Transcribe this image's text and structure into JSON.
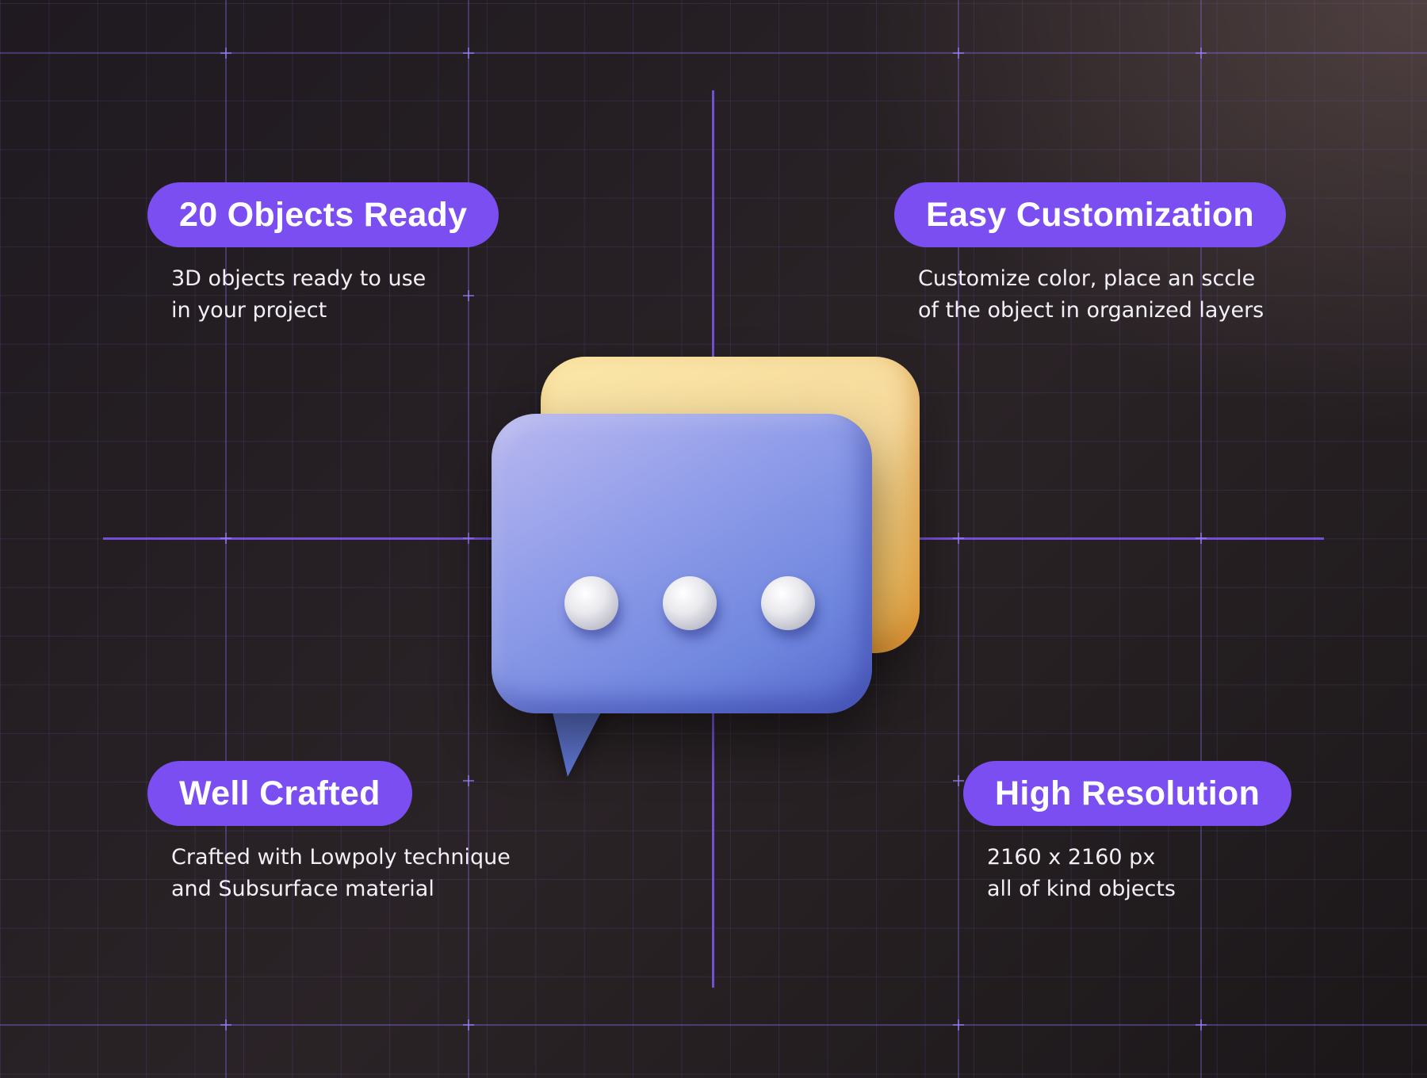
{
  "features": {
    "objects": {
      "title": "20 Objects Ready",
      "line1": "3D objects ready to use",
      "line2": "in your project"
    },
    "customization": {
      "title": "Easy Customization",
      "line1": "Customize color, place an sccle",
      "line2": "of the object in organized layers"
    },
    "crafted": {
      "title": "Well Crafted",
      "line1": "Crafted with Lowpoly technique",
      "line2": "and Subsurface material"
    },
    "resolution": {
      "title": "High Resolution",
      "line1": "2160 x 2160 px",
      "line2": "all of kind objects"
    }
  },
  "illustration": {
    "icon": "chat-bubble-icon"
  },
  "colors": {
    "accent": "#7b4ef2",
    "background": "#241e21",
    "bubble_front": "#7d90e2",
    "bubble_back": "#f5d99b"
  }
}
